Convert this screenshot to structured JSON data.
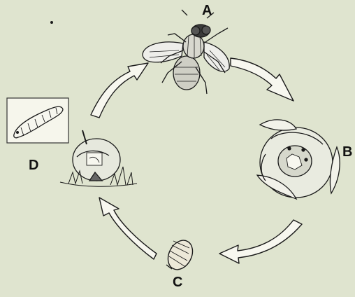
{
  "labels": {
    "a": "A",
    "b": "B",
    "c": "C",
    "d": "D"
  },
  "colors": {
    "background": "#dfe4cf",
    "ink": "#1a1a1a",
    "fill": "#f7f7ef"
  },
  "stages": [
    {
      "label": "A",
      "icon": "adult-fly-icon"
    },
    {
      "label": "B",
      "icon": "fruit-with-eggs-icon"
    },
    {
      "label": "C",
      "icon": "pupa-icon"
    },
    {
      "label": "D",
      "icon": "rotting-fruit-with-larva-icon"
    }
  ]
}
